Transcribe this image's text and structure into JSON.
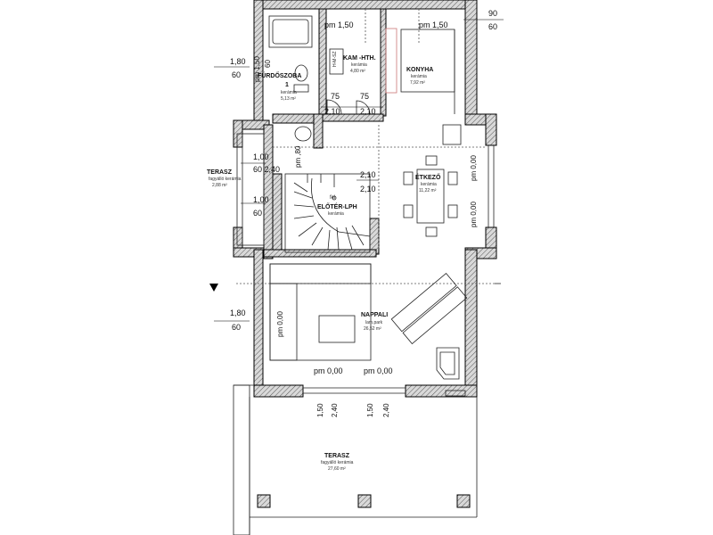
{
  "rooms": {
    "furdo": {
      "name": "FÜRDŐSZOBA",
      "num": "1",
      "floor": "kerámia",
      "area": "5,13 m²"
    },
    "kamra": {
      "name": "KAM -HTH.",
      "floor": "kerámia",
      "area": "4,80 m²"
    },
    "konyha": {
      "name": "KONYHA",
      "floor": "kerámia",
      "area": "7,92 m²"
    },
    "etkezo": {
      "name": "ÉTKEZŐ",
      "floor": "kerámia",
      "area": "11,22 m²"
    },
    "eloter": {
      "name": "ELŐTÉR-LPH",
      "floor": "kerámia"
    },
    "nappali": {
      "name": "NAPPALI",
      "floor": "lam.park",
      "area": "26,52 m²"
    },
    "terasz_kis": {
      "name": "TERASZ",
      "floor": "fagyálló kerámia",
      "area": "2,88 m²"
    },
    "terasz_nagy": {
      "name": "TERASZ",
      "floor": "fagyálló kerámia",
      "area": "27,60 m²"
    }
  },
  "dims": {
    "top_right_a": "90",
    "top_right_b": "60",
    "left_1_a": "1,80",
    "left_1_b": "60",
    "left_2_a": "1,00",
    "left_2_b": "60 2,40",
    "left_3_a": "1,00",
    "left_3_b": "60",
    "left_4_a": "1,80",
    "left_4_b": "60",
    "kam_pm": "pm 1,50",
    "konyha_pm": "pm 1,50",
    "furdo_v1": "pm 1,50",
    "furdo_v2": "60",
    "d75_a": "75",
    "d75_b": "75",
    "d210_a": "2,10",
    "d210_b": "2,10",
    "d210_c": "2,10",
    "d210_d": "2,10",
    "eloter_v": "pm ,80",
    "etk_pm_a": "pm 0,00",
    "etk_pm_b": "pm 0,00",
    "napp_pm_a": "pm 0,00",
    "napp_pm_b": "pm 0,00",
    "napp_side_pm": "pm 0,00",
    "ter_a1": "1,50",
    "ter_a2": "2,40",
    "ter_b1": "1,50",
    "ter_b2": "2,40",
    "stair_fel": "fel"
  }
}
